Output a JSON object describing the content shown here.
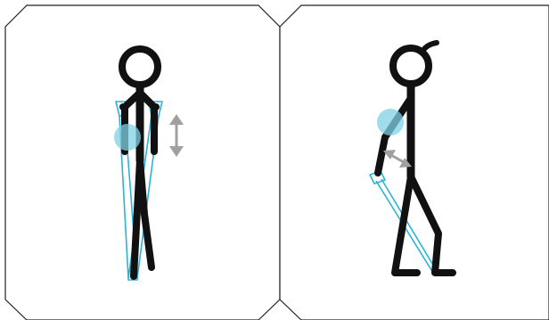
{
  "panels": [
    {
      "view": "front",
      "figure": "stick-figure-standing",
      "band_color": "#2bb3d6",
      "highlight_color": "#7fd0e6",
      "arrow_color": "#a0a0a0",
      "motion": "vertical"
    },
    {
      "view": "side",
      "figure": "stick-figure-standing",
      "band_color": "#2bb3d6",
      "highlight_color": "#7fd0e6",
      "arrow_color": "#a0a0a0",
      "motion": "diagonal"
    }
  ],
  "colors": {
    "figure": "#111111",
    "frame": "#222222",
    "background": "#ffffff"
  }
}
